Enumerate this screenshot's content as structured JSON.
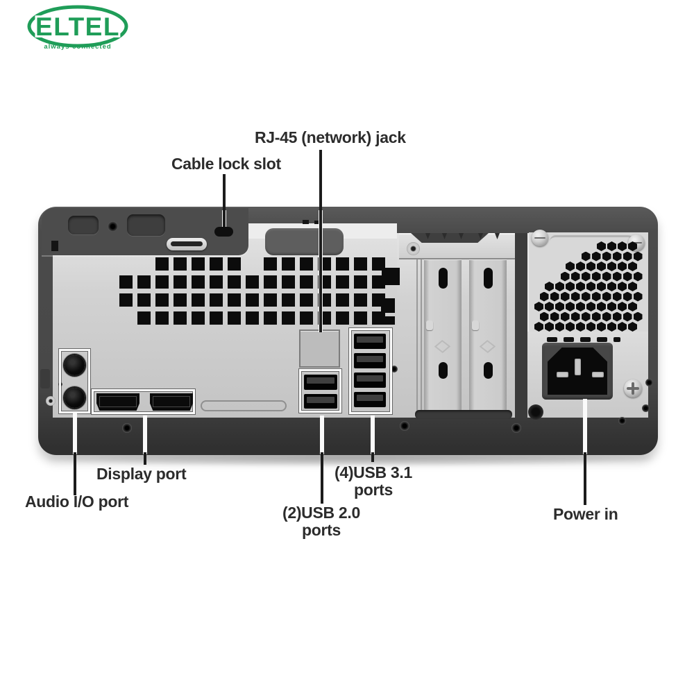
{
  "logo": {
    "brand": "ELTEL",
    "tagline": "always connected",
    "color": "#1f9d58"
  },
  "callouts": {
    "rj45": "RJ-45 (network) jack",
    "cable_lock": "Cable lock slot",
    "display_port": "Display port",
    "audio": "Audio I/O port",
    "usb20_line1": "(2)USB 2.0",
    "usb20_line2": "ports",
    "usb31_line1": "(4)USB 3.1",
    "usb31_line2": "ports",
    "power": "Power in"
  },
  "ports": {
    "usb20_count": 2,
    "usb31_count": 4,
    "displayport_count": 2,
    "audio_jack_count": 2
  },
  "colors": {
    "logo_green": "#1f9d58",
    "label_text": "#2c2c2c",
    "chassis_dark": "#4a4a4a",
    "panel_silver": "#cfcfcf",
    "background": "#ffffff"
  }
}
